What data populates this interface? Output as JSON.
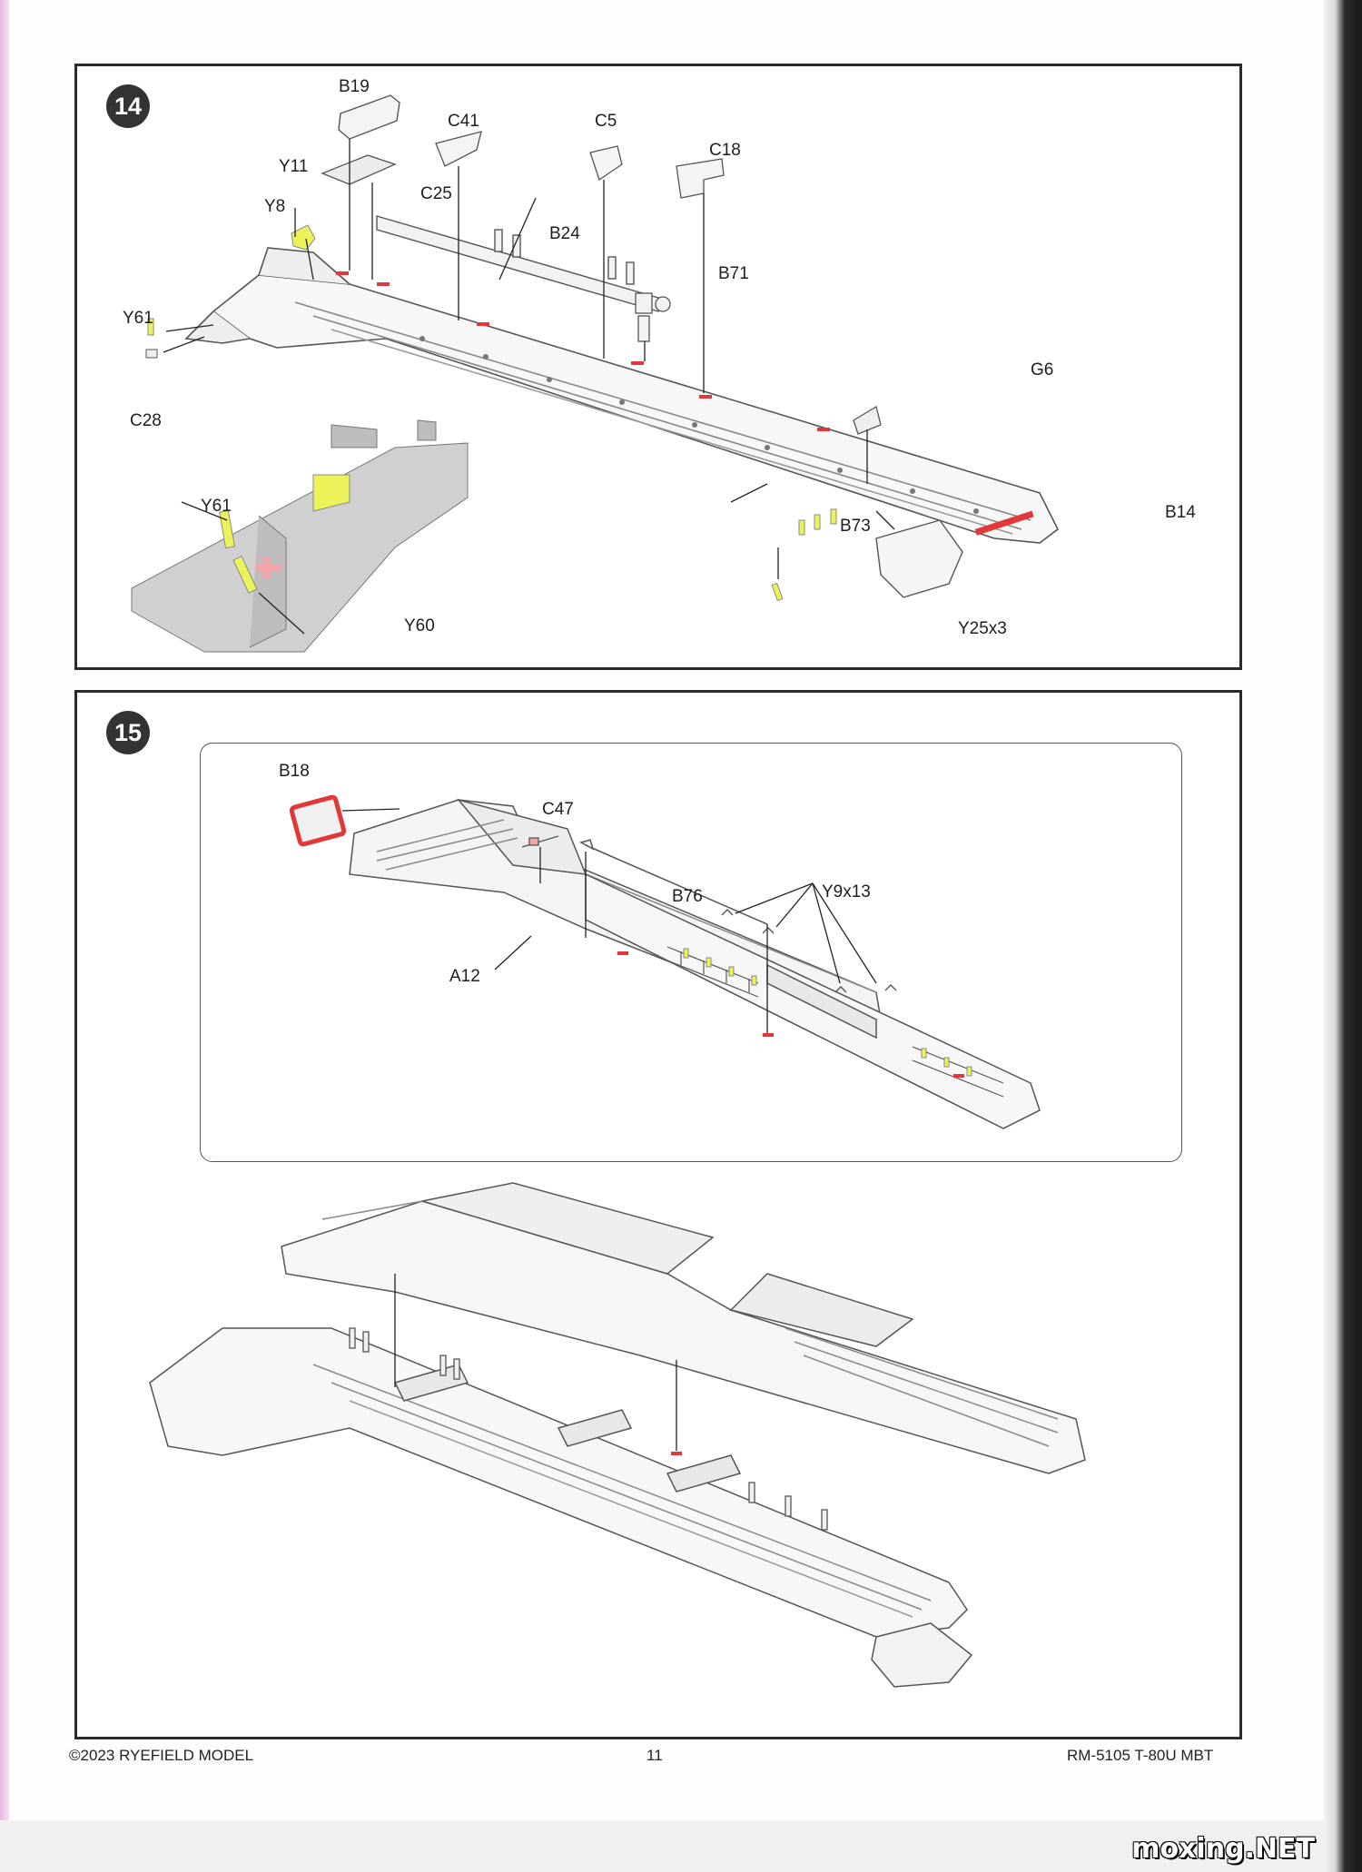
{
  "steps": [
    {
      "number": "14",
      "callouts": [
        "B19",
        "Y11",
        "C41",
        "C5",
        "C18",
        "Y8",
        "C25",
        "B24",
        "B71",
        "Y61",
        "C28",
        "G6",
        "Y61",
        "B73",
        "B14",
        "Y60",
        "Y25x3"
      ]
    },
    {
      "number": "15",
      "callouts": [
        "B18",
        "C47",
        "B76",
        "Y9x13",
        "A12"
      ]
    }
  ],
  "footer": {
    "copyright": "©2023 RYEFIELD MODEL",
    "page_number": "11",
    "product": "RM-5105 T-80U MBT"
  },
  "watermark": "moxing.NET",
  "colors": {
    "photo_etch_yellow": "#eef25a",
    "glue_red": "#e2383a",
    "detail_pink": "#f0a6a8",
    "part_gray": "#cfd0cf"
  }
}
